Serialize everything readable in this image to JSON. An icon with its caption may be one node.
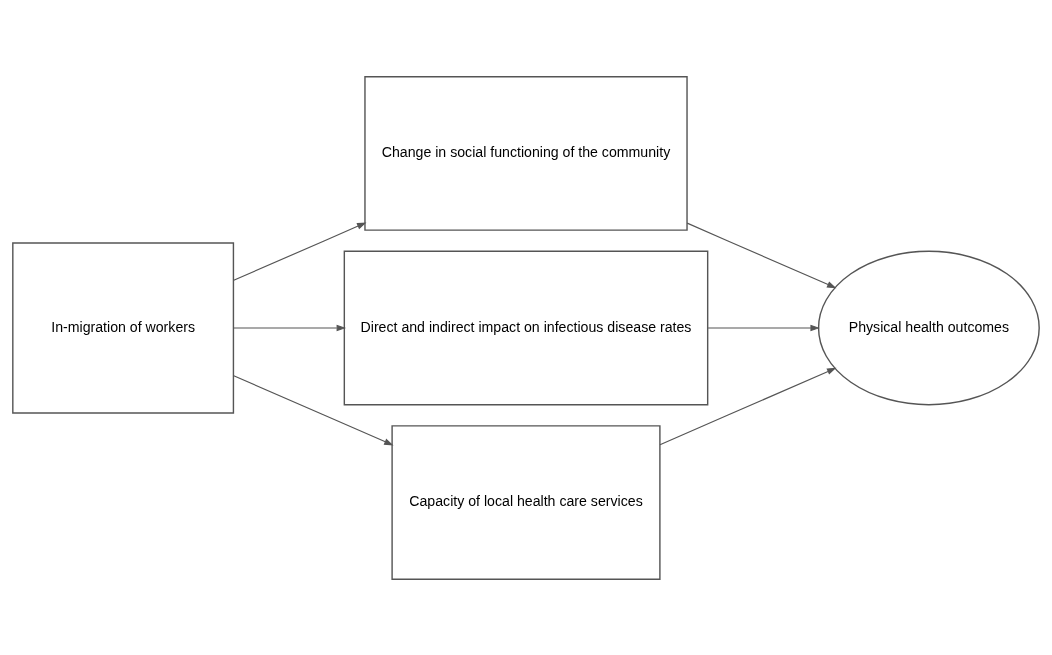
{
  "diagram": {
    "nodes": [
      {
        "text": [
          "In-migration of workers"
        ]
      },
      {
        "text": [
          "Change in social functioning of the community"
        ]
      },
      {
        "text": [
          "Direct and indirect impact on infectious disease rates"
        ]
      },
      {
        "text": [
          "Capacity of local health care services"
        ]
      },
      {
        "text": [
          "Physical health outcomes"
        ]
      }
    ],
    "edges": [
      {
        "from": 0,
        "to": 1,
        "arrow": "to"
      },
      {
        "from": 0,
        "to": 2,
        "arrow": "to"
      },
      {
        "from": 0,
        "to": 3,
        "arrow": "to"
      },
      {
        "from": 1,
        "to": 4,
        "arrow": "to"
      },
      {
        "from": 2,
        "to": 4,
        "arrow": "to"
      },
      {
        "from": 3,
        "to": 4,
        "arrow": "to"
      }
    ]
  }
}
